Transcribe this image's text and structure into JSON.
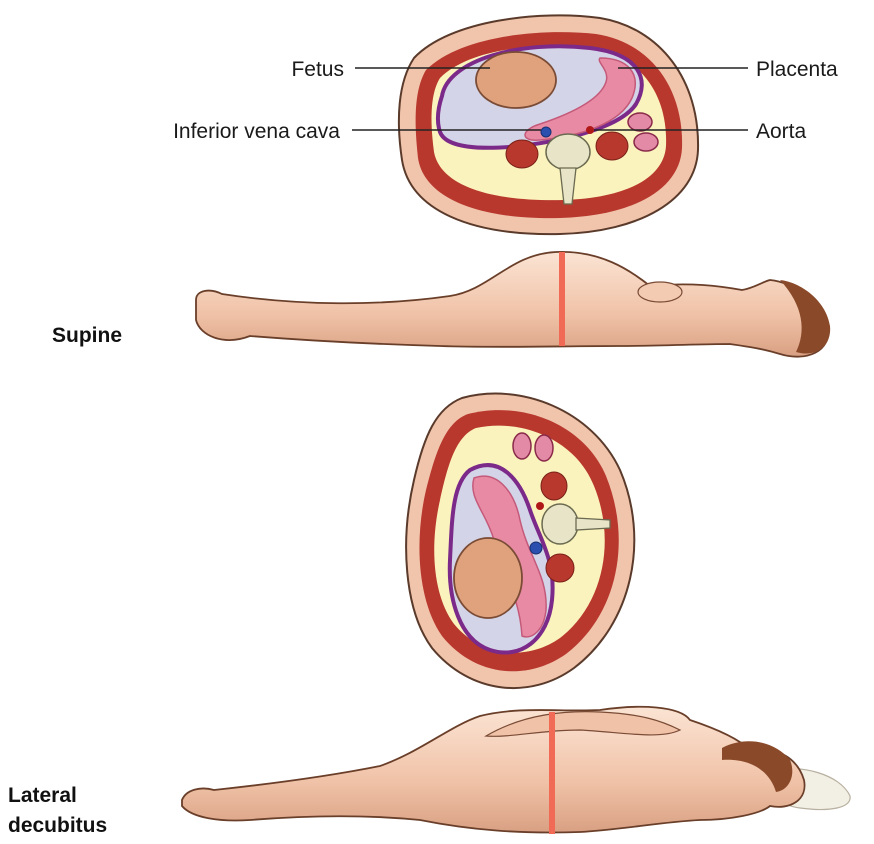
{
  "labels": {
    "fetus": "Fetus",
    "placenta": "Placenta",
    "ivc": "Inferior vena cava",
    "aorta": "Aorta"
  },
  "positions": {
    "supine": "Supine",
    "lateral_line1": "Lateral",
    "lateral_line2": "decubitus"
  },
  "colors": {
    "skin": "#f1c4ac",
    "muscle": "#b8382e",
    "fat": "#fbf3bd",
    "uterus_wall": "#7b2a8a",
    "amniotic": "#d4d4e8",
    "placenta": "#e98aa4",
    "fetus": "#dfa27d",
    "ivc": "#2a4fae",
    "aorta": "#b01818",
    "section_line": "#f06a55"
  }
}
